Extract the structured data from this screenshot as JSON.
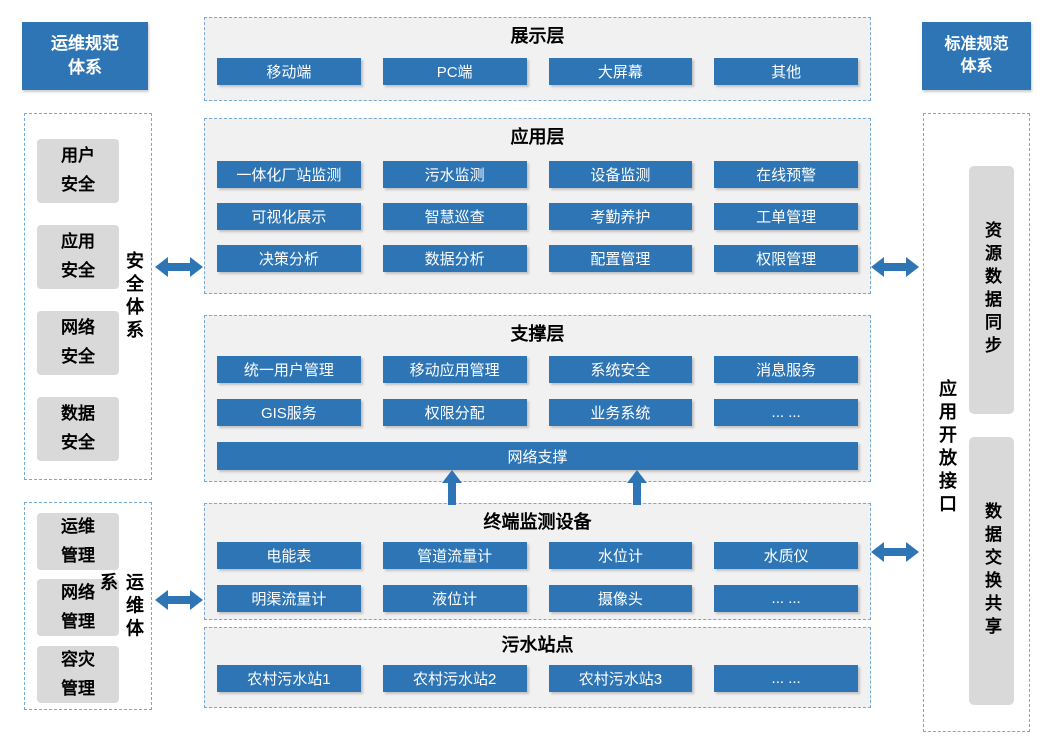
{
  "colors": {
    "primary_blue": "#2E75B6",
    "dash_blue": "#74A9D8",
    "layer_bg": "#F1F1F1",
    "gray_box": "#D9D9D9",
    "button_text": "#FFFFFF",
    "label_text": "#000000"
  },
  "left": {
    "title": "运维规范\n体系",
    "security": {
      "label": "安全体系",
      "items": [
        "用户\n安全",
        "应用\n安全",
        "网络\n安全",
        "数据\n安全"
      ]
    },
    "ops": {
      "label": "运维体系",
      "items": [
        "运维\n管理",
        "网络\n管理",
        "容灾\n管理"
      ]
    }
  },
  "right": {
    "title": "标准规范\n体系",
    "label": "应用开放接口",
    "items": [
      "资源数据同步",
      "数据交换共享"
    ]
  },
  "layers": {
    "presentation": {
      "title": "展示层",
      "items": [
        "移动端",
        "PC端",
        "大屏幕",
        "其他"
      ]
    },
    "application": {
      "title": "应用层",
      "rows": [
        [
          "一体化厂站监测",
          "污水监测",
          "设备监测",
          "在线预警"
        ],
        [
          "可视化展示",
          "智慧巡查",
          "考勤养护",
          "工单管理"
        ],
        [
          "决策分析",
          "数据分析",
          "配置管理",
          "权限管理"
        ]
      ]
    },
    "support": {
      "title": "支撑层",
      "rows": [
        [
          "统一用户管理",
          "移动应用管理",
          "系统安全",
          "消息服务"
        ],
        [
          "GIS服务",
          "权限分配",
          "业务系统",
          "... ..."
        ]
      ],
      "bar": "网络支撑"
    },
    "terminal": {
      "title": "终端监测设备",
      "rows": [
        [
          "电能表",
          "管道流量计",
          "水位计",
          "水质仪"
        ],
        [
          "明渠流量计",
          "液位计",
          "摄像头",
          "... ..."
        ]
      ]
    },
    "sites": {
      "title": "污水站点",
      "items": [
        "农村污水站1",
        "农村污水站2",
        "农村污水站3",
        "... ..."
      ]
    }
  }
}
